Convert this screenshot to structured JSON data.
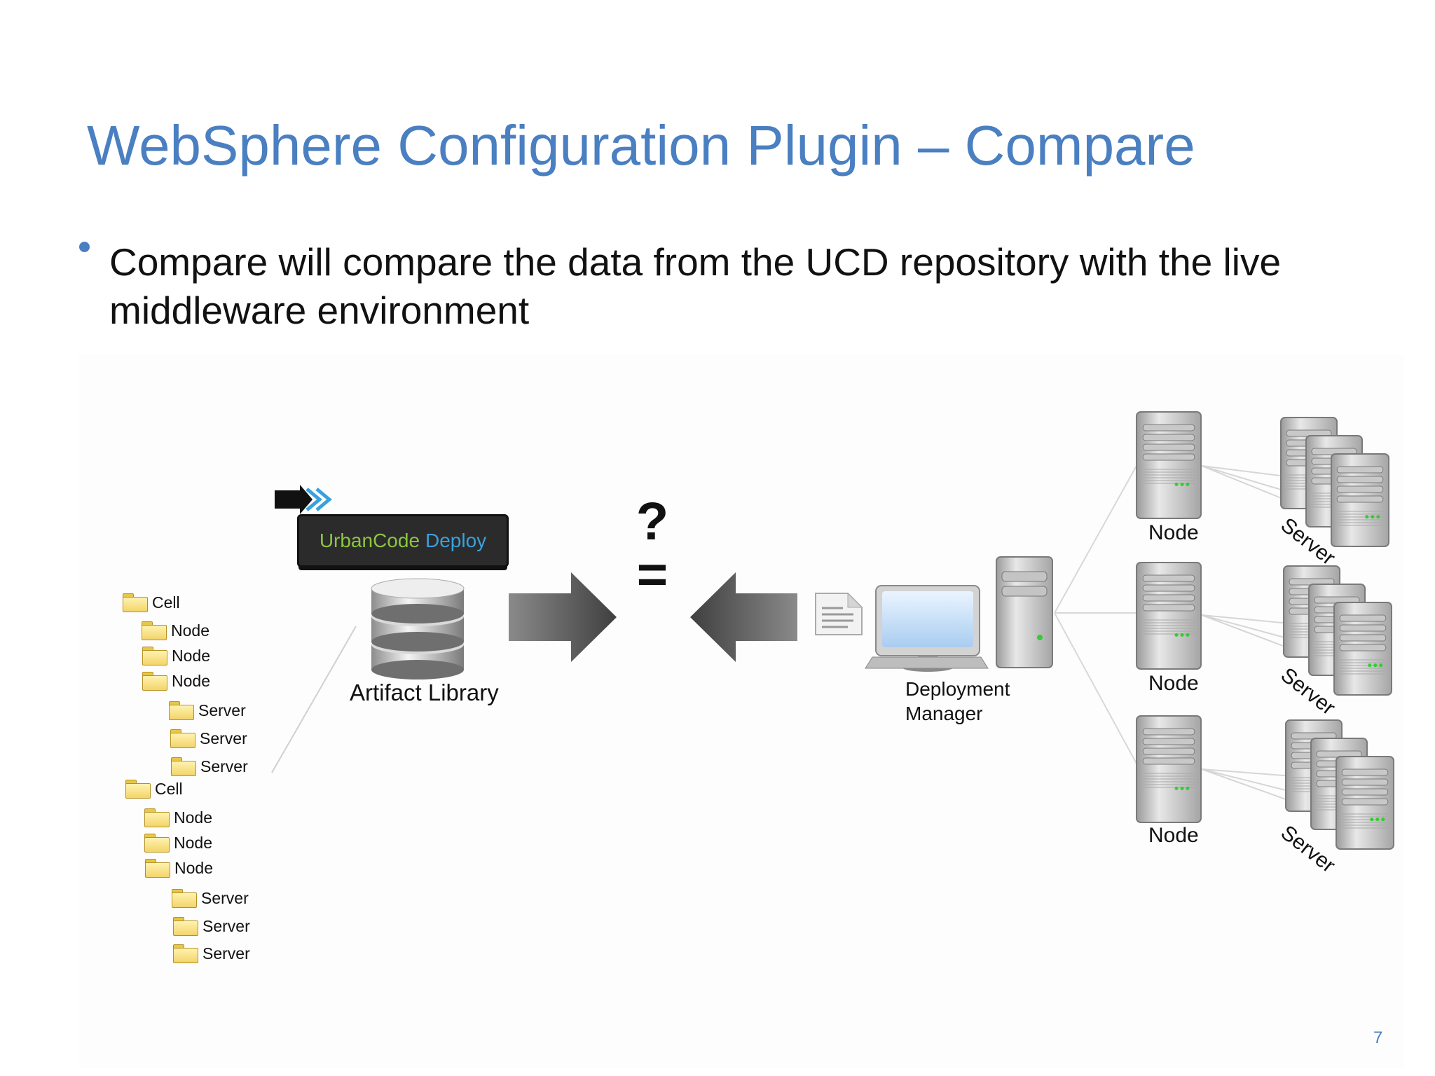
{
  "slide": {
    "title": "WebSphere Configuration Plugin – Compare",
    "bullet": "Compare will compare the data from the UCD repository with the live middleware environment",
    "page_number": "7"
  },
  "diagram": {
    "tree": [
      {
        "label": "Cell"
      },
      {
        "label": "Node"
      },
      {
        "label": "Node"
      },
      {
        "label": "Node"
      },
      {
        "label": "Server"
      },
      {
        "label": "Server"
      },
      {
        "label": "Server"
      },
      {
        "label": "Cell"
      },
      {
        "label": "Node"
      },
      {
        "label": "Node"
      },
      {
        "label": "Node"
      },
      {
        "label": "Server"
      },
      {
        "label": "Server"
      },
      {
        "label": "Server"
      }
    ],
    "ucd_logo": {
      "word1": "UrbanCode",
      "word2": "Deploy"
    },
    "artifact_library_label": "Artifact Library",
    "compare_symbol": {
      "question": "?",
      "equals": "="
    },
    "deployment_manager_label": [
      "Deployment",
      "Manager"
    ],
    "node_labels": [
      "Node",
      "Node",
      "Node"
    ],
    "server_labels": [
      "Server",
      "Server",
      "Server"
    ],
    "colors": {
      "title": "#4a7fc1",
      "ucd_green": "#8cc63f",
      "ucd_blue": "#3aa0de",
      "arrow": "#5a5a5a"
    },
    "icons": [
      "folder-icon",
      "database-icon",
      "computer-icon",
      "document-icon",
      "server-tower-icon",
      "arrow-right-icon",
      "arrow-left-icon"
    ]
  }
}
